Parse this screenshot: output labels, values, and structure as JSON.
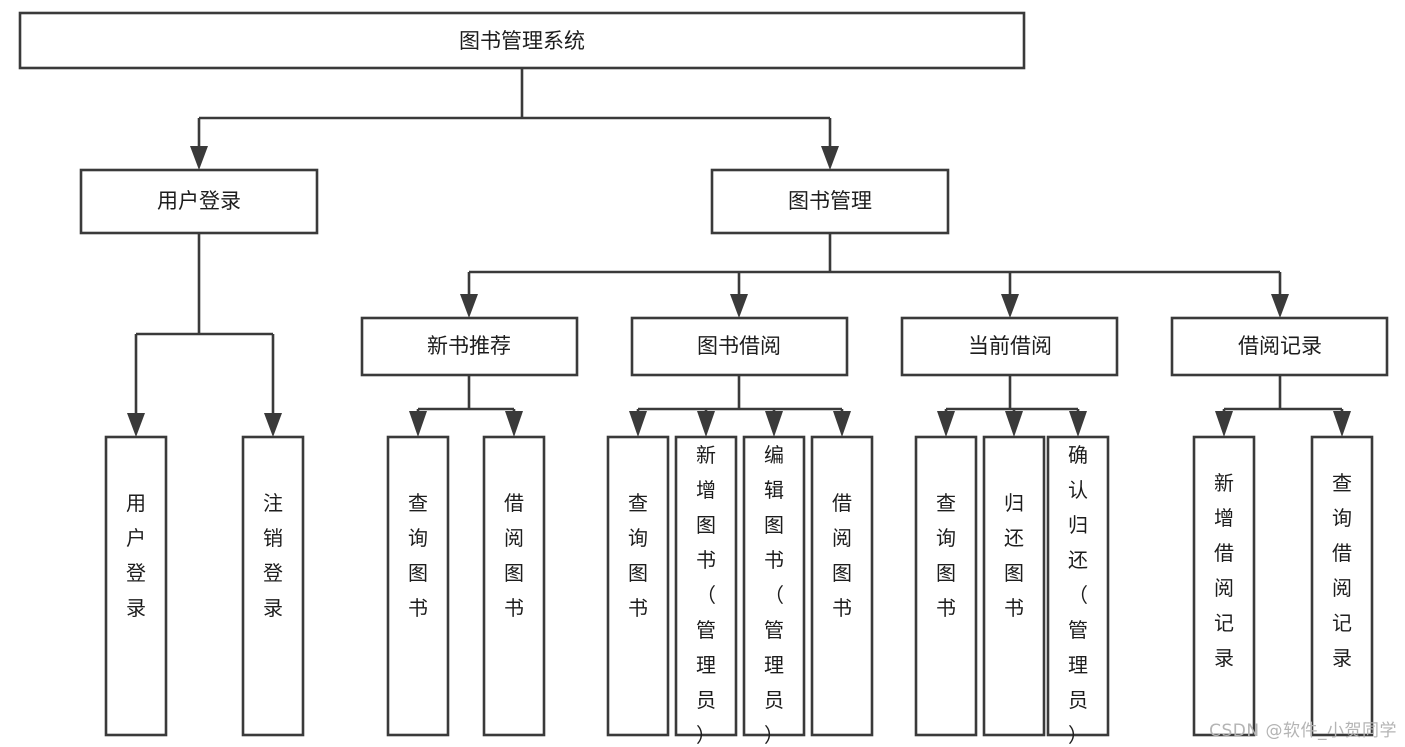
{
  "diagram": {
    "title": "图书管理系统",
    "type": "tree-hierarchy",
    "orientation": "top-down",
    "colors": {
      "box_stroke": "#3a3a3a",
      "box_fill": "#ffffff",
      "text": "#1d1d1d",
      "connector": "#3a3a3a",
      "background": "#ffffff",
      "watermark": "#b4b4b4"
    }
  },
  "watermark": {
    "text": "CSDN @软件_小贺同学"
  },
  "nodes": {
    "root": {
      "label": "图书管理系统",
      "level": 1,
      "text_orientation": "horizontal"
    },
    "l2": [
      {
        "id": "user-login",
        "label": "用户登录",
        "level": 2,
        "text_orientation": "horizontal"
      },
      {
        "id": "book-manage",
        "label": "图书管理",
        "level": 2,
        "text_orientation": "horizontal"
      }
    ],
    "l3": [
      {
        "id": "new-book-rec",
        "label": "新书推荐",
        "level": 3,
        "text_orientation": "horizontal",
        "parent": "book-manage"
      },
      {
        "id": "book-borrow",
        "label": "图书借阅",
        "level": 3,
        "text_orientation": "horizontal",
        "parent": "book-manage"
      },
      {
        "id": "current-borrow",
        "label": "当前借阅",
        "level": 3,
        "text_orientation": "horizontal",
        "parent": "book-manage"
      },
      {
        "id": "borrow-record",
        "label": "借阅记录",
        "level": 3,
        "text_orientation": "horizontal",
        "parent": "book-manage"
      }
    ],
    "leaves": [
      {
        "id": "leaf-user-login",
        "label": "用户登录",
        "parent": "user-login",
        "text_orientation": "vertical"
      },
      {
        "id": "leaf-logout-login",
        "label": "注销登录",
        "parent": "user-login",
        "text_orientation": "vertical"
      },
      {
        "id": "leaf-query-book-1",
        "label": "查询图书",
        "parent": "new-book-rec",
        "text_orientation": "vertical"
      },
      {
        "id": "leaf-borrow-book-1",
        "label": "借阅图书",
        "parent": "new-book-rec",
        "text_orientation": "vertical"
      },
      {
        "id": "leaf-query-book-2",
        "label": "查询图书",
        "parent": "book-borrow",
        "text_orientation": "vertical"
      },
      {
        "id": "leaf-add-book",
        "label": "新增图书（管理员）",
        "parent": "book-borrow",
        "text_orientation": "vertical"
      },
      {
        "id": "leaf-edit-book",
        "label": "编辑图书（管理员）",
        "parent": "book-borrow",
        "text_orientation": "vertical"
      },
      {
        "id": "leaf-borrow-book-2",
        "label": "借阅图书",
        "parent": "book-borrow",
        "text_orientation": "vertical"
      },
      {
        "id": "leaf-query-book-3",
        "label": "查询图书",
        "parent": "current-borrow",
        "text_orientation": "vertical"
      },
      {
        "id": "leaf-return-book",
        "label": "归还图书",
        "parent": "current-borrow",
        "text_orientation": "vertical"
      },
      {
        "id": "leaf-confirm-return",
        "label": "确认归还（管理员）",
        "parent": "current-borrow",
        "text_orientation": "vertical"
      },
      {
        "id": "leaf-add-record",
        "label": "新增借阅记录",
        "parent": "borrow-record",
        "text_orientation": "vertical"
      },
      {
        "id": "leaf-query-record",
        "label": "查询借阅记录",
        "parent": "borrow-record",
        "text_orientation": "vertical"
      }
    ]
  },
  "chart_data": {
    "type": "tree",
    "title": "图书管理系统",
    "tree": {
      "name": "图书管理系统",
      "children": [
        {
          "name": "用户登录",
          "children": [
            {
              "name": "用户登录"
            },
            {
              "name": "注销登录"
            }
          ]
        },
        {
          "name": "图书管理",
          "children": [
            {
              "name": "新书推荐",
              "children": [
                {
                  "name": "查询图书"
                },
                {
                  "name": "借阅图书"
                }
              ]
            },
            {
              "name": "图书借阅",
              "children": [
                {
                  "name": "查询图书"
                },
                {
                  "name": "新增图书（管理员）"
                },
                {
                  "name": "编辑图书（管理员）"
                },
                {
                  "name": "借阅图书"
                }
              ]
            },
            {
              "name": "当前借阅",
              "children": [
                {
                  "name": "查询图书"
                },
                {
                  "name": "归还图书"
                },
                {
                  "name": "确认归还（管理员）"
                }
              ]
            },
            {
              "name": "借阅记录",
              "children": [
                {
                  "name": "新增借阅记录"
                },
                {
                  "name": "查询借阅记录"
                }
              ]
            }
          ]
        }
      ]
    },
    "depth": 4,
    "node_count": 20,
    "leaf_count": 13
  }
}
